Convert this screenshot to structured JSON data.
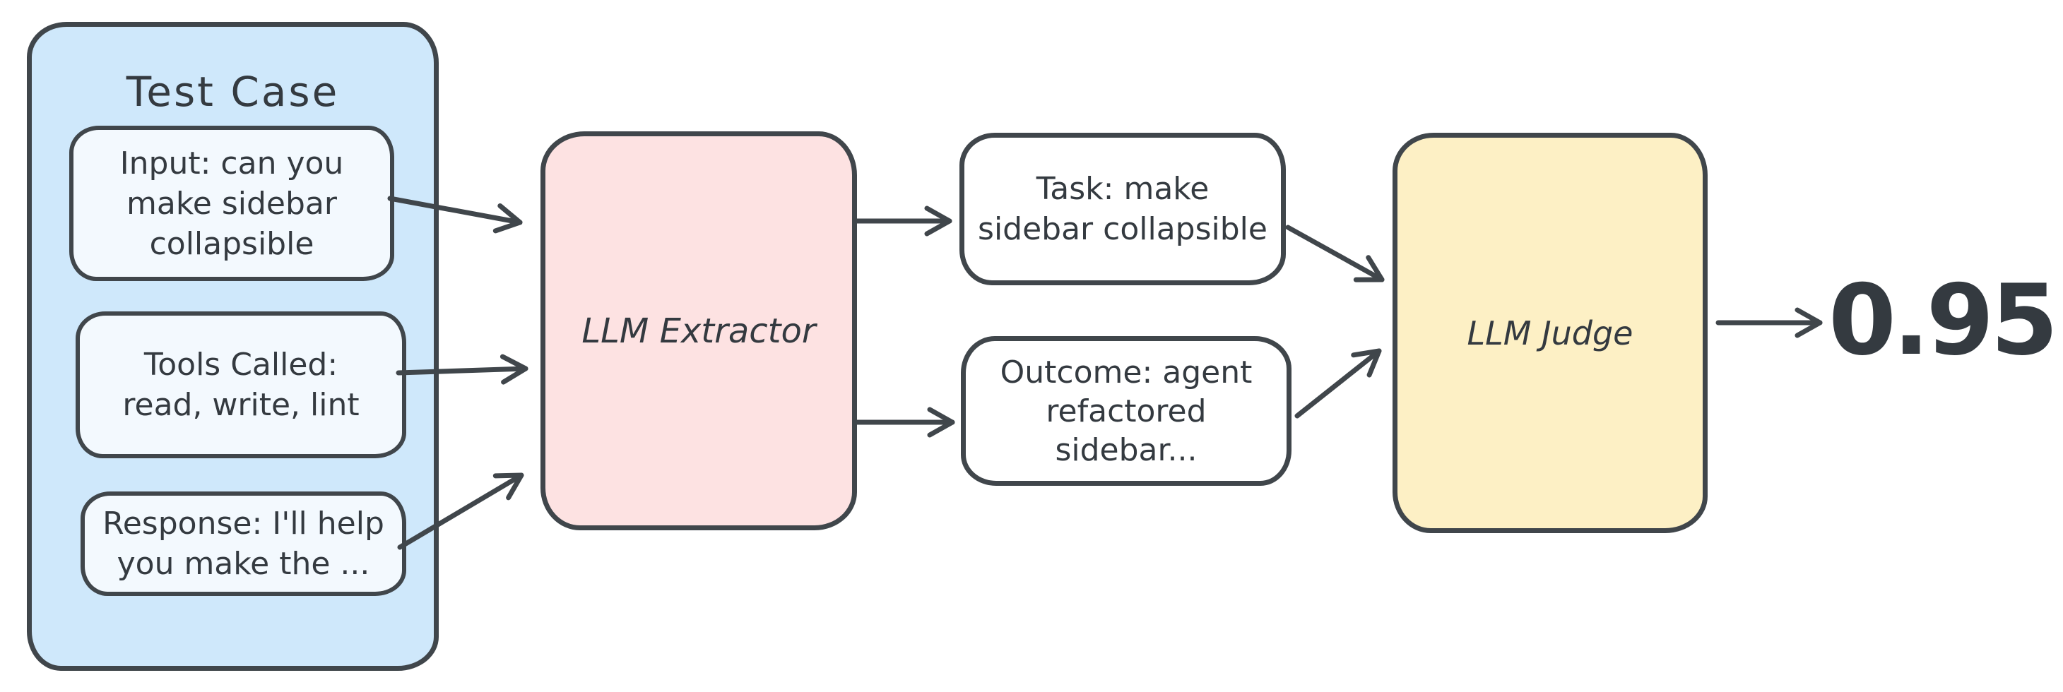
{
  "diagram": {
    "test_case": {
      "title": "Test Case",
      "items": [
        {
          "name": "input",
          "lines": [
            "Input: can you",
            "make sidebar",
            "collapsible"
          ]
        },
        {
          "name": "tools",
          "lines": [
            "Tools Called:",
            "read, write, lint"
          ]
        },
        {
          "name": "response",
          "lines": [
            "Response: I'll help",
            "you make the ..."
          ]
        }
      ]
    },
    "extractor": {
      "label": "LLM Extractor"
    },
    "outputs": [
      {
        "name": "task",
        "lines": [
          "Task: make",
          "sidebar collapsible"
        ]
      },
      {
        "name": "outcome",
        "lines": [
          "Outcome: agent",
          "refactored",
          "sidebar..."
        ]
      }
    ],
    "judge": {
      "label": "LLM Judge"
    },
    "score": "0.95",
    "arrows": [
      "input-to-extractor",
      "tools-to-extractor",
      "response-to-extractor",
      "extractor-to-task",
      "extractor-to-outcome",
      "task-to-judge",
      "outcome-to-judge",
      "judge-to-score"
    ]
  },
  "colors": {
    "stroke": "#40464b",
    "text": "#343a40",
    "container_blue": "#cfe8fb",
    "item_fill": "#f3f9fe",
    "extractor_pink": "#fde2e2",
    "judge_yellow": "#fdf0c5",
    "output_white": "#ffffff",
    "background": "#ffffff"
  }
}
